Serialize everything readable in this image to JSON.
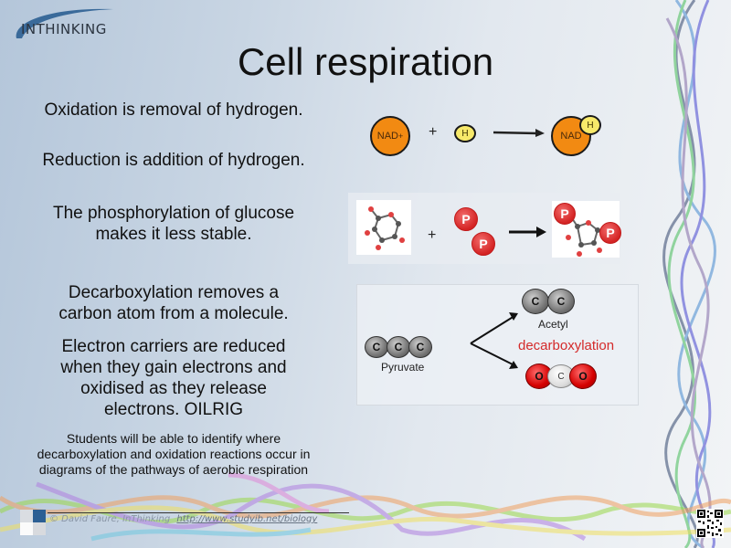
{
  "logo": {
    "text": "INTHINKING"
  },
  "title": "Cell respiration",
  "statements": {
    "oxidation": "Oxidation is removal of hydrogen.",
    "reduction": "Reduction is addition of hydrogen.",
    "phosphorylation": [
      "The phosphorylation of glucose",
      "makes it less stable."
    ],
    "decarboxylation": [
      "Decarboxylation removes a",
      "carbon atom from a molecule."
    ],
    "electron_carriers": [
      "Electron carriers are reduced",
      "when they gain electrons and",
      "oxidised as they release",
      "electrons. OILRIG"
    ],
    "objective": [
      "Students will be able to identify where",
      "decarboxylation and oxidation reactions occur in",
      "diagrams of the pathways of aerobic respiration"
    ]
  },
  "diagrams": {
    "nad": {
      "reactant_label": "NAD",
      "reactant_charge": "+",
      "plus": "+",
      "hydrogen": "H",
      "product_label": "NAD",
      "product_hydrogen": "H"
    },
    "phosphorylation": {
      "plus": "+",
      "phosphate_1": "P",
      "phosphate_2": "P",
      "product_phosphate_1": "P",
      "product_phosphate_2": "P"
    },
    "decarboxylation": {
      "pyruvate_atoms": [
        "C",
        "C",
        "C"
      ],
      "pyruvate_label": "Pyruvate",
      "acetyl_atoms": [
        "C",
        "C"
      ],
      "acetyl_label": "Acetyl",
      "process_label": "decarboxylation",
      "co2_atoms": [
        "O",
        "C",
        "O"
      ]
    }
  },
  "footer": {
    "copyright": "© David Faure, InThinking",
    "link": "http://www.studyib.net/biology"
  },
  "colors": {
    "nad_orange": "#f28a12",
    "hydrogen_yellow": "#f7e96a",
    "phosphate_red": "#d42424",
    "decarboxylation_red": "#d42a2a",
    "logo_blue": "#3a6a9a"
  }
}
